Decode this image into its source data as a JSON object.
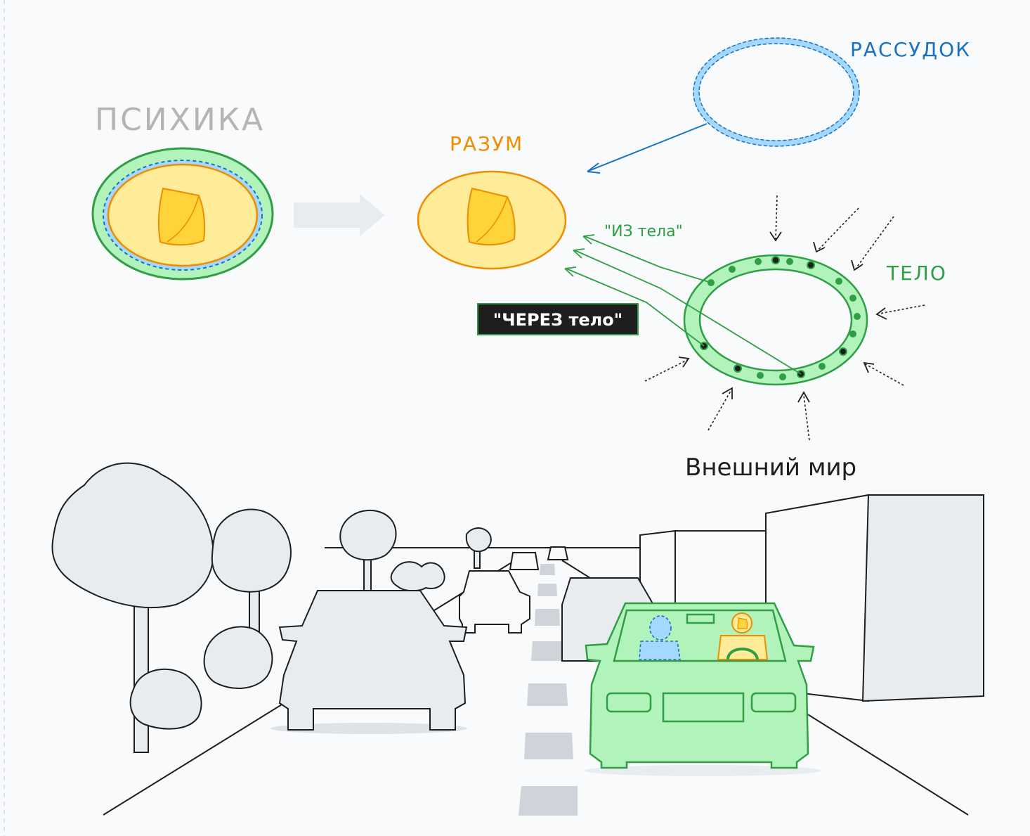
{
  "labels": {
    "psyche": "ПСИХИКА",
    "mind": "РАЗУМ",
    "reason": "РАССУДОК",
    "body": "ТЕЛО",
    "from_body": "\"ИЗ тела\"",
    "through_body": "\"ЧЕРЕЗ тело\"",
    "outer_world": "Внешний мир"
  },
  "colors": {
    "mind_fill": "#ffec99",
    "mind_stroke": "#f08c00",
    "core_fill": "#ffd43b",
    "body_fill": "#b2f2bb",
    "body_stroke": "#2f9e44",
    "reason_stroke": "#1971c2",
    "reason_fill": "#a5d8ff",
    "arrow_gray": "#e9ecef",
    "road_gray": "#ced4da"
  }
}
